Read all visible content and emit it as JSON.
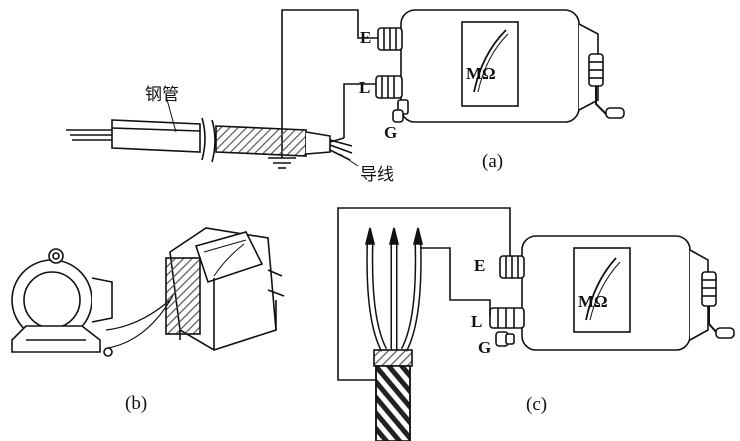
{
  "panel_a": {
    "pipe_label": "钢管",
    "wire_label": "导线",
    "terminal_e": "E",
    "terminal_l": "L",
    "terminal_g": "G",
    "meter_unit": "MΩ",
    "caption": "(a)"
  },
  "panel_b": {
    "caption": "(b)"
  },
  "panel_c": {
    "terminal_e": "E",
    "terminal_l": "L",
    "terminal_g": "G",
    "meter_unit": "MΩ",
    "caption": "(c)"
  },
  "colors": {
    "ink": "#111111",
    "background": "#ffffff",
    "hatch": "#555555"
  }
}
